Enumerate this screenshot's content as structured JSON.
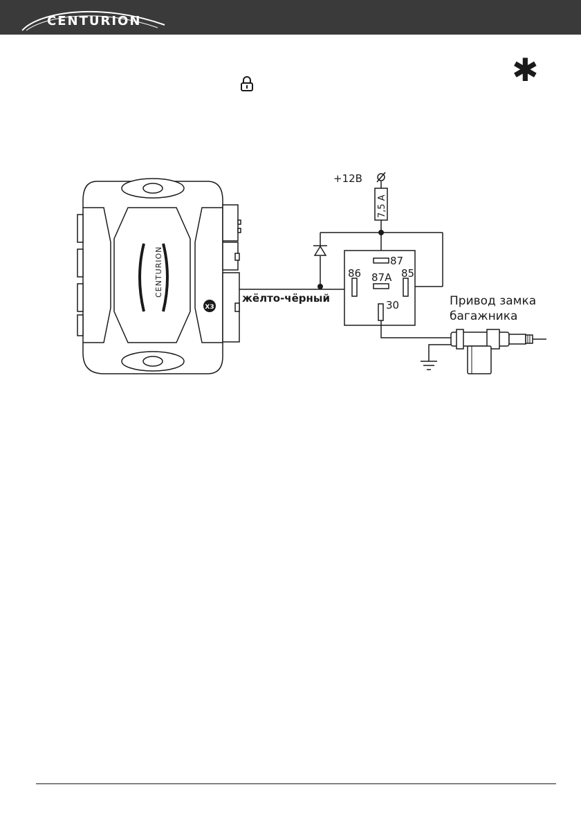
{
  "header": {
    "brand": "CENTURION",
    "asterisk": "✱"
  },
  "icons": {
    "lock": "lock-icon",
    "asterisk": "asterisk-icon"
  },
  "unit": {
    "brand_vertical": "CENTURION",
    "connector_label": "X3"
  },
  "wiring": {
    "wire_label": "жёлто-чёрный",
    "supply_label": "+12В",
    "fuse_label": "7,5 А",
    "relay_pins": {
      "p87": "87",
      "p86": "86",
      "p87a": "87A",
      "p85": "85",
      "p30": "30"
    },
    "actuator_line1": "Привод замка",
    "actuator_line2": "багажника"
  }
}
